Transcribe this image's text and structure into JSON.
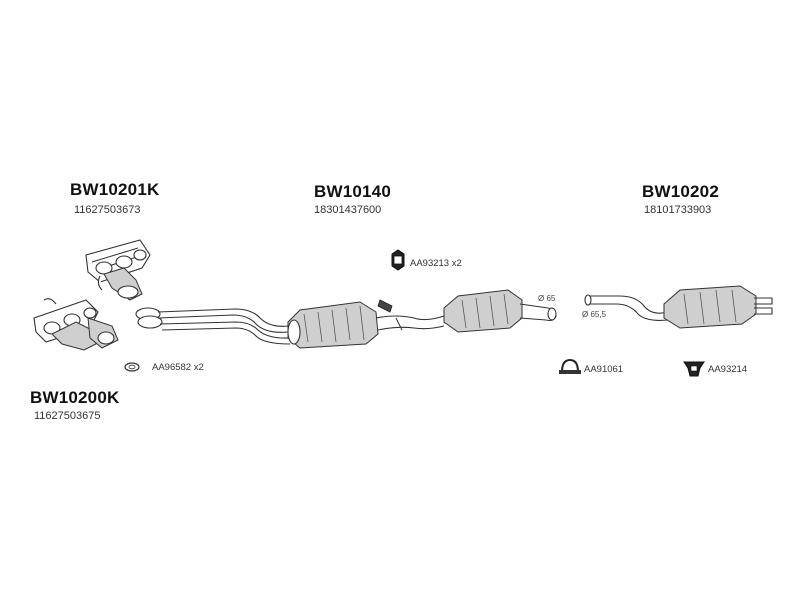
{
  "parts": [
    {
      "code": "BW10201K",
      "number": "11627503673"
    },
    {
      "code": "BW10140",
      "number": "18301437600"
    },
    {
      "code": "BW10202",
      "number": "18101733903"
    },
    {
      "code": "BW10200K",
      "number": "11627503675"
    }
  ],
  "accessories": [
    {
      "code": "AA93213 x2"
    },
    {
      "code": "AA96582 x2"
    },
    {
      "code": "AA91061"
    },
    {
      "code": "AA93214"
    }
  ],
  "dimensions": [
    "Ø 65",
    "Ø 65,5"
  ]
}
